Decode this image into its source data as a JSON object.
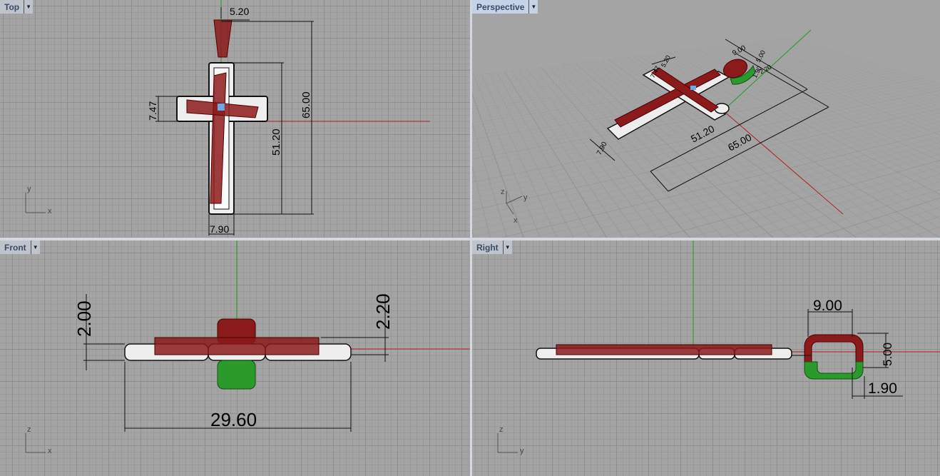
{
  "viewports": {
    "top": {
      "label": "Top",
      "dims": {
        "bail_width": "5.20",
        "arm_height": "7.47",
        "inner_length": "51.20",
        "total_length": "65.00",
        "bottom_width": "7.90"
      },
      "axes": {
        "v": "y",
        "h": "x"
      }
    },
    "perspective": {
      "label": "Perspective",
      "dims": {
        "a": "7.47",
        "b": "5.20",
        "c": "9.00",
        "d": "5.00",
        "e": "2.20",
        "f": "1.90",
        "inner_length": "51.20",
        "total_length": "65.00",
        "bottom_width": "7.90"
      },
      "axes": {
        "z": "z",
        "y": "y",
        "x": "x"
      }
    },
    "front": {
      "label": "Front",
      "dims": {
        "left_height": "2.00",
        "right_height": "2.20",
        "width": "29.60"
      },
      "axes": {
        "v": "z",
        "h": "x"
      }
    },
    "right": {
      "label": "Right",
      "dims": {
        "ring_width": "9.00",
        "ring_height": "5.00",
        "offset": "1.90"
      },
      "axes": {
        "v": "z",
        "h": "y"
      }
    }
  },
  "colors": {
    "viewport_bg": "#a4a4a4",
    "x_axis": "#b02020",
    "y_axis": "#20a020",
    "selected": "#8b1a1a",
    "body": "#f0f0f0"
  }
}
